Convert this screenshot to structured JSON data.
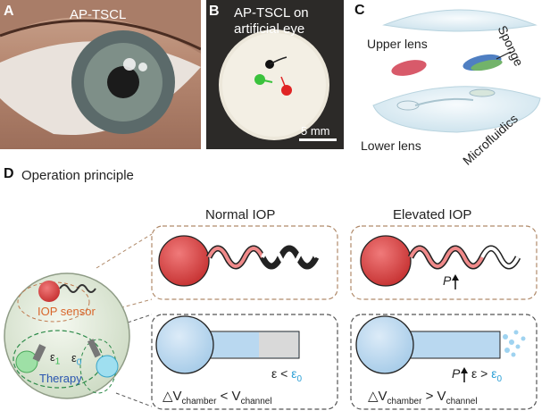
{
  "panels": {
    "a": {
      "letter": "A",
      "title": "AP-TSCL"
    },
    "b": {
      "letter": "B",
      "title_line1": "AP-TSCL on",
      "title_line2": "artificial eye",
      "scale": "5 mm"
    },
    "c": {
      "letter": "C",
      "upper_lens": "Upper lens",
      "sponge": "Sponge",
      "lower_lens": "Lower lens",
      "microfluidics": "Microfluidics"
    },
    "d": {
      "letter": "D",
      "title": "Operation principle"
    }
  },
  "states": {
    "normal": "Normal IOP",
    "elevated": "Elevated IOP"
  },
  "sensor": {
    "iop_label": "IOP sensor",
    "therapy_label": "Therapy",
    "eps1": "ε",
    "eps1_sub": "1",
    "eps0": "ε",
    "eps0_sub": "0"
  },
  "pressure": "P",
  "normal_cond": {
    "lhs": "ε <",
    "rhs": "ε",
    "rhs_sub": "0"
  },
  "elevated_cond": {
    "lhs": "ε >",
    "rhs": "ε",
    "rhs_sub": "0"
  },
  "vol_normal": {
    "delta": "△V",
    "sub1": "chamber",
    "op": " < V",
    "sub2": "channel"
  },
  "vol_elevated": {
    "delta": "△V",
    "sub1": "chamber",
    "op": " > V",
    "sub2": "channel"
  },
  "colors": {
    "red": "#e05050",
    "blue_fluid": "#b9d8f0",
    "cyan_label": "#2a9fd6",
    "green_label": "#2fb84a",
    "orange_label": "#d9662b",
    "therapy_blue": "#2955b0"
  }
}
